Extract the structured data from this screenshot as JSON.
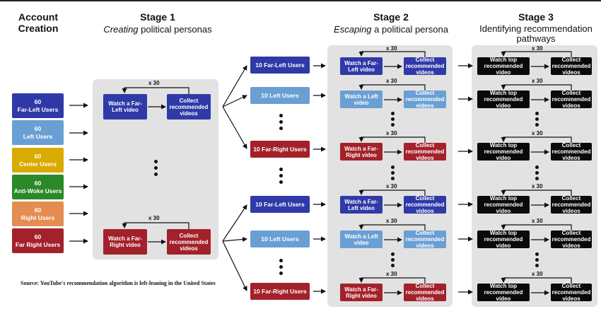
{
  "headers": {
    "account_line1": "Account",
    "account_line2": "Creation",
    "stage1_title": "Stage 1",
    "stage1_sub_em": "Creating",
    "stage1_sub_rest": " political personas",
    "stage2_title": "Stage 2",
    "stage2_sub_em": "Escaping",
    "stage2_sub_rest": " a political persona",
    "stage3_title": "Stage 3",
    "stage3_sub_line1": "Identifying recommendation",
    "stage3_sub_line2": "pathways"
  },
  "colors": {
    "far_left": "#2f3aa8",
    "left": "#6a9fd4",
    "center": "#d9aa00",
    "anti_woke": "#2b8a28",
    "right": "#e58c53",
    "far_right": "#a3212a",
    "black": "#0a0a0a"
  },
  "accounts": [
    {
      "count": "60",
      "label": "Far-Left Users"
    },
    {
      "count": "60",
      "label": "Left Users"
    },
    {
      "count": "60",
      "label": "Center Users"
    },
    {
      "count": "60",
      "label": "Anti-Woke Users"
    },
    {
      "count": "60",
      "label": "Right Users"
    },
    {
      "count": "60",
      "label": "Far Right Users"
    }
  ],
  "stage1": {
    "repeat": "x 30",
    "watch_far_left": "Watch a Far-Left video",
    "watch_far_right": "Watch a Far-Right video",
    "collect": "Collect recommended videos"
  },
  "groups": [
    "10 Far-Left Users",
    "10 Left Users",
    "10 Far-Right Users",
    "10 Far-Left Users",
    "10 Left Users",
    "10 Far-Right Users"
  ],
  "stage2": {
    "repeat": "x 30",
    "watch": [
      "Watch a Far-Left video",
      "Watch a Left video",
      "Watch a Far-Right video",
      "Watch a Far-Left video",
      "Watch a Left video",
      "Watch a Far-Right video"
    ],
    "collect": "Collect recommended videos"
  },
  "stage3": {
    "repeat": "x 30",
    "watch": "Watch top recommended video",
    "collect": "Collect recommended videos"
  },
  "source": "Source: YouTube's recommendation algorithm is left-leaning in the United States"
}
